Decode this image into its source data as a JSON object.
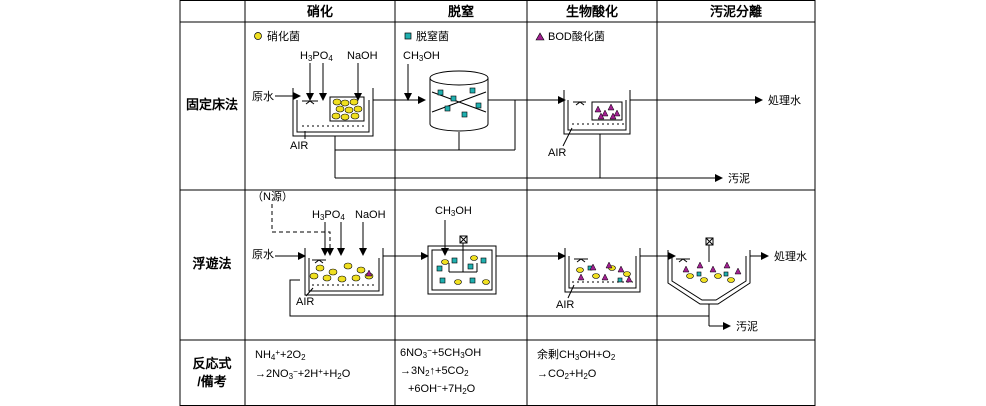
{
  "columns": {
    "nitrification": "硝化",
    "denitrification": "脱窒",
    "bio_oxidation": "生物酸化",
    "sludge_separation": "汚泥分離"
  },
  "rows": {
    "fixed_bed": "固定床法",
    "suspended": "浮遊法",
    "reaction": "反応式\n/備考"
  },
  "legend": {
    "nitrifying_bacteria": "硝化菌",
    "denitrifying_bacteria": "脱窒菌",
    "bod_bacteria": "BOD酸化菌"
  },
  "labels": {
    "raw_water": "原水",
    "treated_water": "処理水",
    "sludge": "汚泥",
    "air": "AIR",
    "n_source": "（N源）",
    "phosphoric_acid": "H3PO4",
    "naoh": "NaOH",
    "methanol": "CH3OH"
  },
  "equations": {
    "nitrification_1": "NH4++2O2",
    "nitrification_2": "→2NO3−+2H++H2O",
    "denitrification_1": "6NO3−+5CH3OH",
    "denitrification_2": "→3N2↑+5CO2",
    "denitrification_3": "+6OH−+7H2O",
    "oxidation_1": "余剰CH3OH+O2",
    "oxidation_2": "→CO2+H2O"
  },
  "colors": {
    "nitrifier": "#f0e020",
    "denitrifier": "#20b0b0",
    "bod_oxidizer": "#a02090",
    "line": "#000000"
  }
}
